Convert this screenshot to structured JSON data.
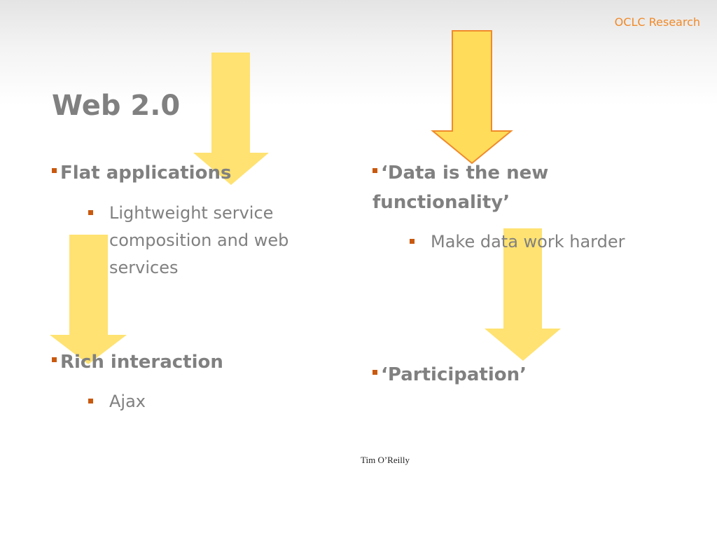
{
  "header": {
    "brand": "OCLC Research"
  },
  "slide": {
    "title": "Web 2.0",
    "left": {
      "item1": {
        "heading": "Flat applications",
        "sub": "Lightweight service composition and web services"
      },
      "item2": {
        "heading": "Rich interaction",
        "sub": "Ajax"
      }
    },
    "right": {
      "item1": {
        "heading": "‘Data is the new functionality’",
        "sub": "Make data work harder"
      },
      "item2": {
        "heading": "‘Participation’"
      }
    },
    "credit": "Tim O’Reilly"
  },
  "colors": {
    "arrow_fill": "#ffe066",
    "arrow_outline": "#f08a2a",
    "bullet": "#c9590f",
    "text": "#808080",
    "brand": "#f08a2a"
  }
}
